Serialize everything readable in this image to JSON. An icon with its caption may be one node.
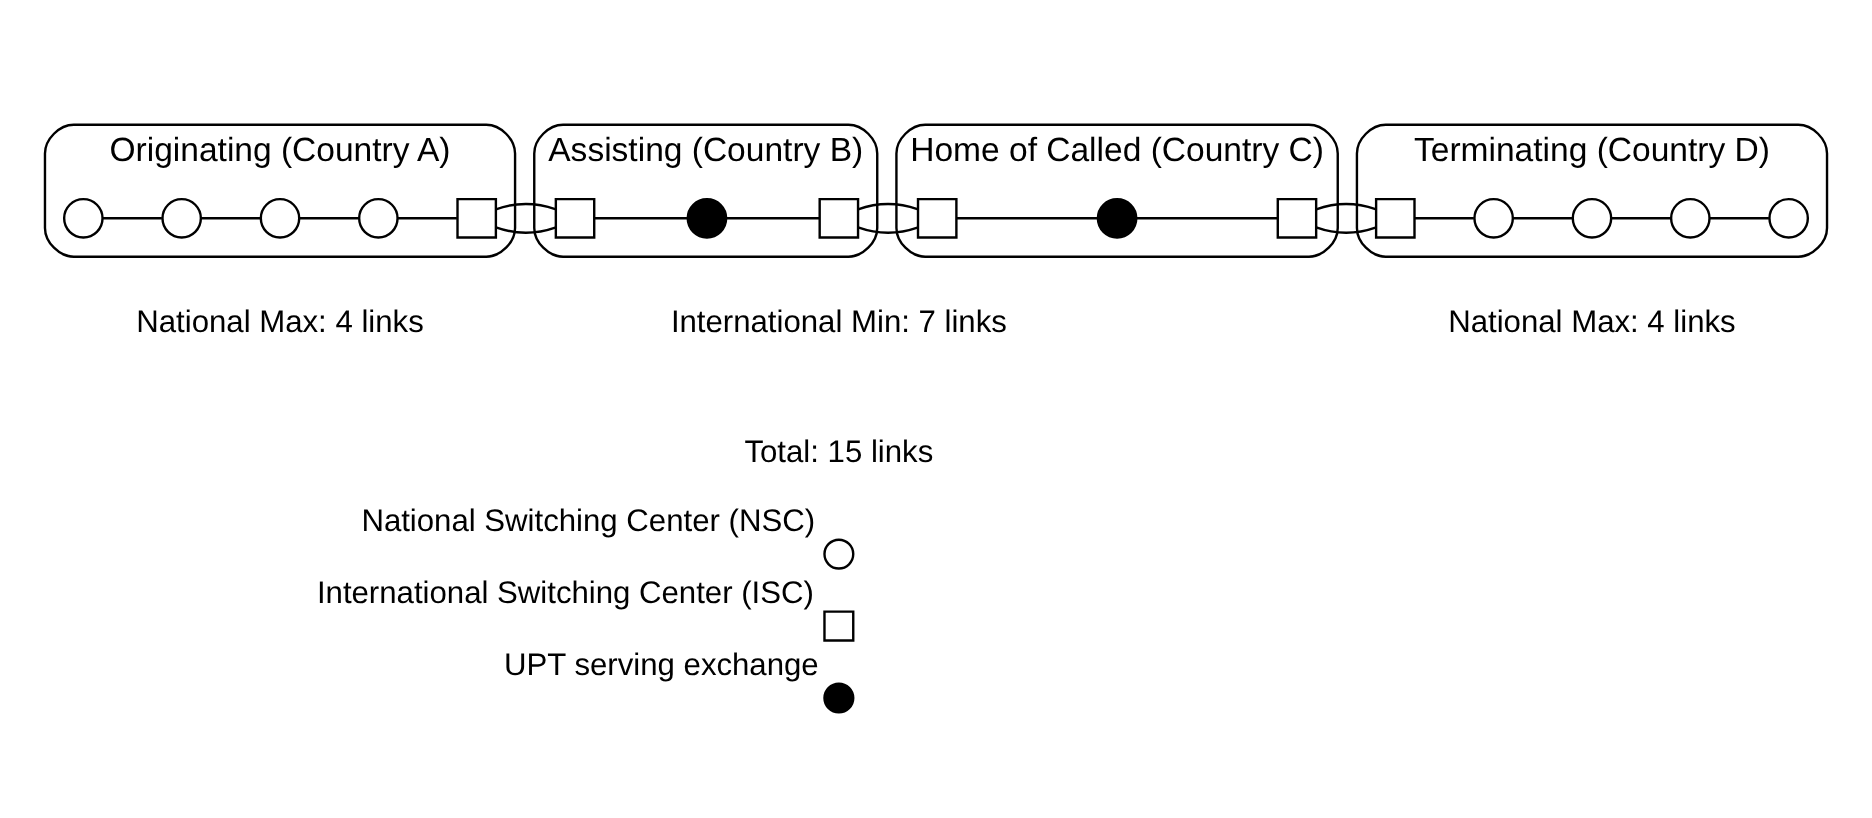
{
  "diagram": {
    "nodes": [
      {
        "text": [
          "Originating (Country A)"
        ]
      },
      {
        "text": [],
        "shape": "circle",
        "in": 0
      },
      {
        "text": [],
        "shape": "circle",
        "in": 0
      },
      {
        "text": [],
        "shape": "circle",
        "in": 0
      },
      {
        "text": [],
        "shape": "circle",
        "in": 0
      },
      {
        "text": [],
        "shape": "box",
        "in": 0
      },
      {
        "text": [
          "Assisting (Country B)"
        ]
      },
      {
        "text": [],
        "shape": "box",
        "in": 6
      },
      {
        "text": [],
        "shape": "circle",
        "in": 6
      },
      {
        "text": [],
        "shape": "box",
        "in": 6
      },
      {
        "text": [
          "Home of Called (Country C)"
        ]
      },
      {
        "text": [],
        "shape": "box",
        "in": 10
      },
      {
        "text": [],
        "shape": "circle",
        "in": 10
      },
      {
        "text": [],
        "shape": "box",
        "in": 10
      },
      {
        "text": [
          "Terminating (Country D)"
        ]
      },
      {
        "text": [],
        "shape": "box",
        "in": 14
      },
      {
        "text": [],
        "shape": "circle",
        "in": 14
      },
      {
        "text": [],
        "shape": "circle",
        "in": 14
      },
      {
        "text": [],
        "shape": "circle",
        "in": 14
      },
      {
        "text": [],
        "shape": "circle",
        "in": 14
      }
    ],
    "edges": [
      {
        "from": 1,
        "to": 2,
        "arrow": "none"
      },
      {
        "from": 2,
        "to": 3,
        "arrow": "none"
      },
      {
        "from": 3,
        "to": 4,
        "arrow": "none"
      },
      {
        "from": 4,
        "to": 5,
        "arrow": "none"
      },
      {
        "from": 5,
        "to": 7,
        "arrow": "none"
      },
      {
        "from": 7,
        "to": 8,
        "arrow": "none"
      },
      {
        "from": 8,
        "to": 9,
        "arrow": "none"
      },
      {
        "from": 9,
        "to": 11,
        "arrow": "none"
      },
      {
        "from": 11,
        "to": 12,
        "arrow": "none"
      },
      {
        "from": 12,
        "to": 13,
        "arrow": "none"
      },
      {
        "from": 13,
        "to": 15,
        "arrow": "none"
      },
      {
        "from": 15,
        "to": 16,
        "arrow": "none"
      },
      {
        "from": 16,
        "to": 17,
        "arrow": "none"
      },
      {
        "from": 17,
        "to": 18,
        "arrow": "none"
      },
      {
        "from": 18,
        "to": 19,
        "arrow": "none"
      }
    ],
    "labels": [
      "National Max: 4 links",
      "International Min: 7 links",
      "National Max: 4 links",
      "Total: 15 links"
    ],
    "legend": [
      {
        "text": "National Switching Center (NSC)"
      },
      {
        "text": "International Switching Center (ISC)"
      },
      {
        "text": "UPT serving exchange"
      }
    ]
  }
}
